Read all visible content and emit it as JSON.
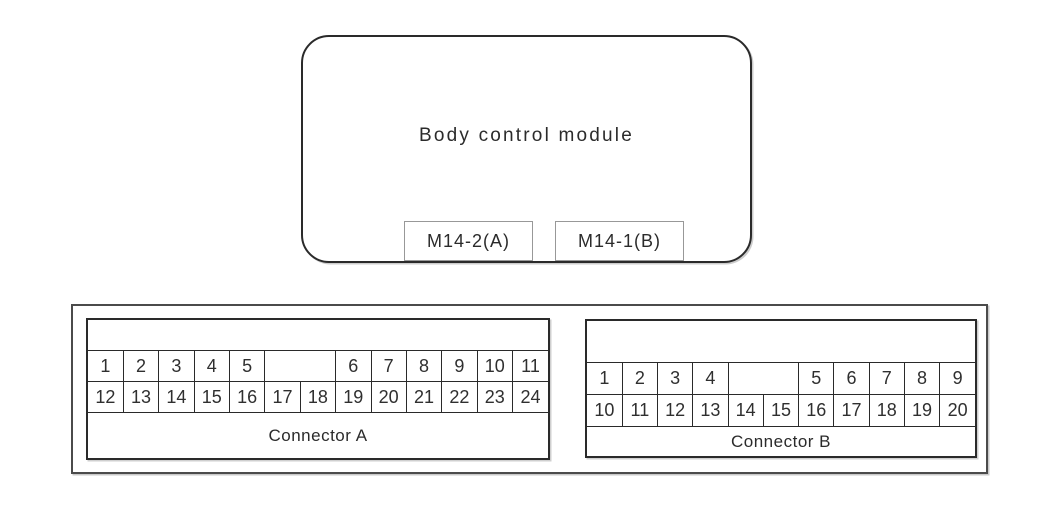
{
  "module": {
    "title": "Body control module",
    "connector_tags": [
      {
        "label": "M14-2(A)"
      },
      {
        "label": "M14-1(B)"
      }
    ]
  },
  "pin_assembly": {
    "connectors": [
      {
        "name": "Connector A",
        "columns": 13,
        "rows": [
          [
            {
              "pin": "1"
            },
            {
              "pin": "2"
            },
            {
              "pin": "3"
            },
            {
              "pin": "4"
            },
            {
              "pin": "5"
            },
            {
              "pin": "",
              "span": 2
            },
            {
              "pin": "6"
            },
            {
              "pin": "7"
            },
            {
              "pin": "8"
            },
            {
              "pin": "9"
            },
            {
              "pin": "10"
            },
            {
              "pin": "11"
            }
          ],
          [
            {
              "pin": "12"
            },
            {
              "pin": "13"
            },
            {
              "pin": "14"
            },
            {
              "pin": "15"
            },
            {
              "pin": "16"
            },
            {
              "pin": "17"
            },
            {
              "pin": "18"
            },
            {
              "pin": "19"
            },
            {
              "pin": "20"
            },
            {
              "pin": "21"
            },
            {
              "pin": "22"
            },
            {
              "pin": "23"
            },
            {
              "pin": "24"
            }
          ]
        ]
      },
      {
        "name": "Connector B",
        "columns": 11,
        "rows": [
          [
            {
              "pin": "1"
            },
            {
              "pin": "2"
            },
            {
              "pin": "3"
            },
            {
              "pin": "4"
            },
            {
              "pin": "",
              "span": 2
            },
            {
              "pin": "5"
            },
            {
              "pin": "6"
            },
            {
              "pin": "7"
            },
            {
              "pin": "8"
            },
            {
              "pin": "9"
            }
          ],
          [
            {
              "pin": "10"
            },
            {
              "pin": "11"
            },
            {
              "pin": "12"
            },
            {
              "pin": "13"
            },
            {
              "pin": "14"
            },
            {
              "pin": "15"
            },
            {
              "pin": "16"
            },
            {
              "pin": "17"
            },
            {
              "pin": "18"
            },
            {
              "pin": "19"
            },
            {
              "pin": "20"
            }
          ]
        ]
      }
    ]
  },
  "colors": {
    "line_dark": "#2a2a2a",
    "line_outer": "#4b4b4b",
    "tag_border": "#989898",
    "text": "#2b2b2b",
    "background": "#ffffff"
  }
}
